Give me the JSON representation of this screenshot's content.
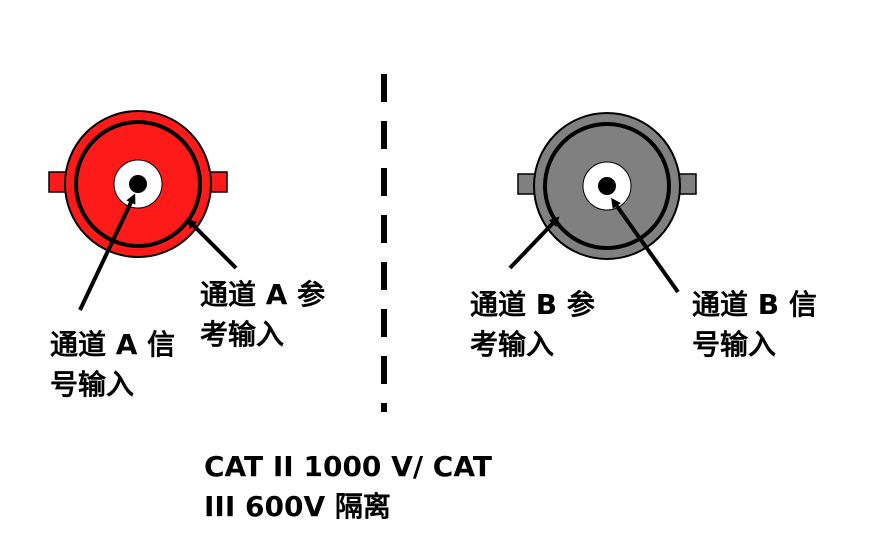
{
  "connectors": {
    "a": {
      "signal_label_line1": "通道 A 信",
      "signal_label_line2": "号输入",
      "ref_label_line1": "通道 A 参",
      "ref_label_line2": "考输入",
      "color": "#ff1a1a"
    },
    "b": {
      "signal_label_line1": "通道 B 信",
      "signal_label_line2": "号输入",
      "ref_label_line1": "通道 B 参",
      "ref_label_line2": "考输入",
      "color": "#808080"
    }
  },
  "rating": {
    "line1": "CAT II 1000 V/ CAT",
    "line2": "III 600V 隔离"
  }
}
